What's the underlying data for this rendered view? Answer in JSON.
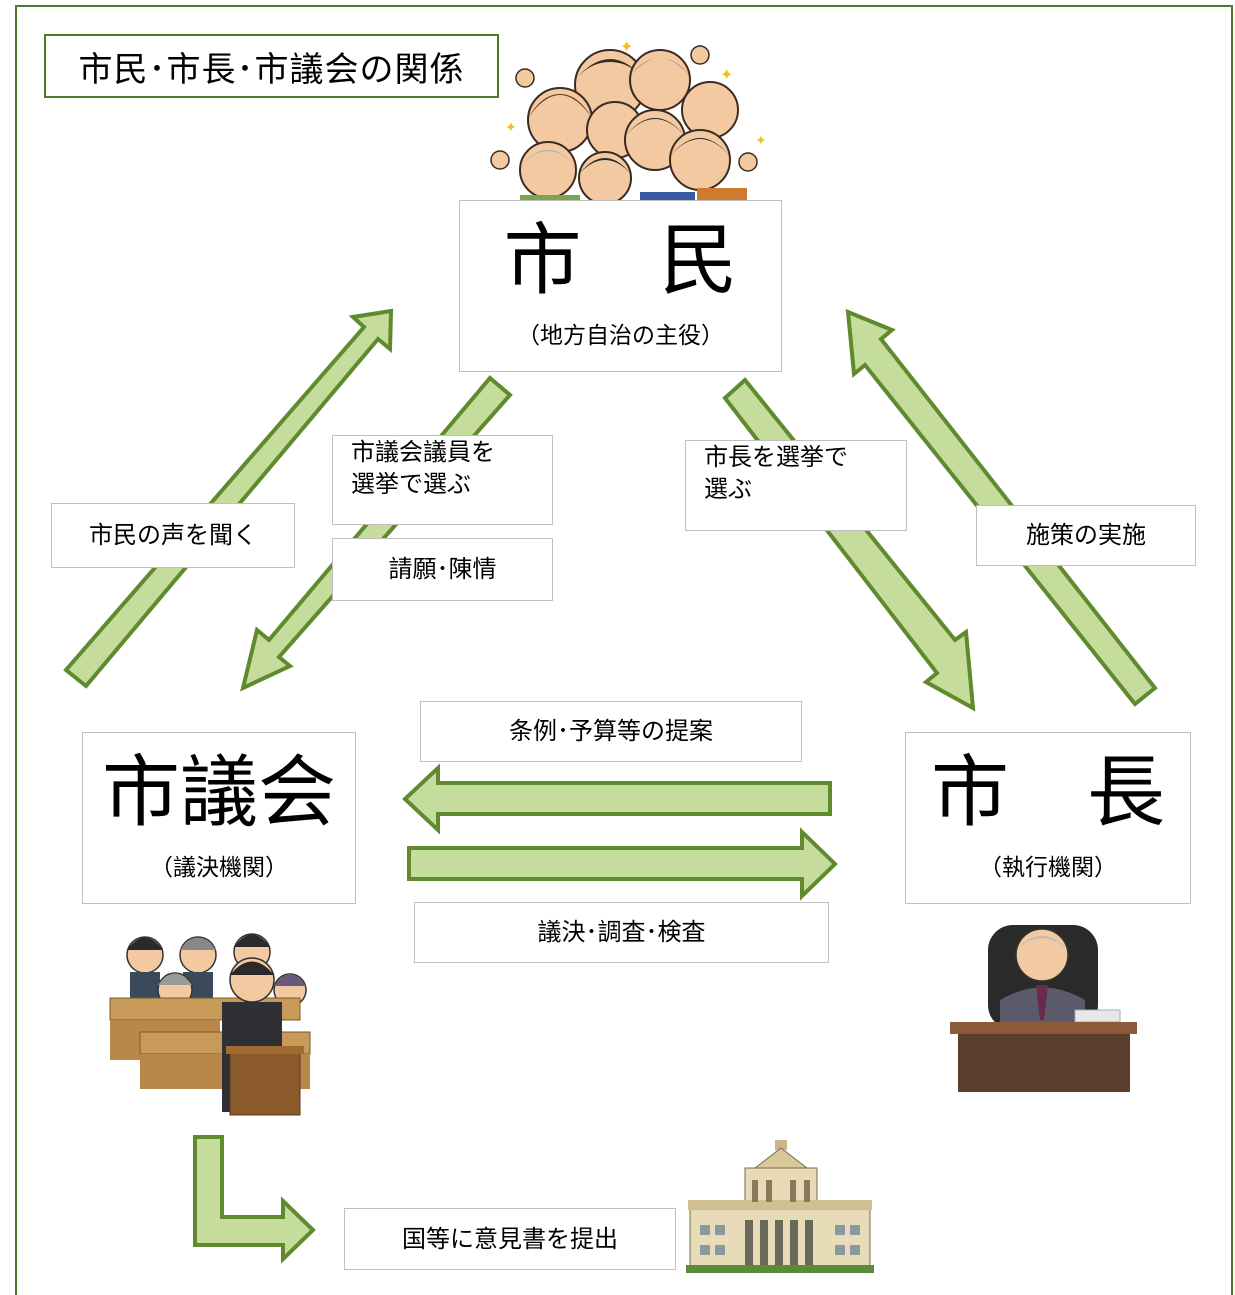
{
  "title": "市民･市長･市議会の関係",
  "nodes": {
    "citizens": {
      "name": "市　民",
      "role": "（地方自治の主役）"
    },
    "council": {
      "name": "市議会",
      "role": "（議決機関）"
    },
    "mayor": {
      "name": "市　長",
      "role": "（執行機関）"
    }
  },
  "labels": {
    "listen_voice": "市民の声を聞く",
    "elect_council_line1": "市議会議員を",
    "elect_council_line2": "選挙で選ぶ",
    "petition": "請願･陳情",
    "elect_mayor_line1": "市長を選挙で",
    "elect_mayor_line2": "選ぶ",
    "implement_policy": "施策の実施",
    "propose": "条例･予算等の提案",
    "resolve": "議決･調査･検査",
    "opinion": "国等に意見書を提出"
  },
  "colors": {
    "arrow_fill": "#c5dc9c",
    "arrow_stroke": "#5f8b2e",
    "frame": "#4f7a2a",
    "box_border": "#bfbfbf"
  },
  "icons": [
    "crowd-cheering-icon",
    "council-assembly-icon",
    "mayor-at-desk-icon",
    "national-diet-building-icon"
  ]
}
